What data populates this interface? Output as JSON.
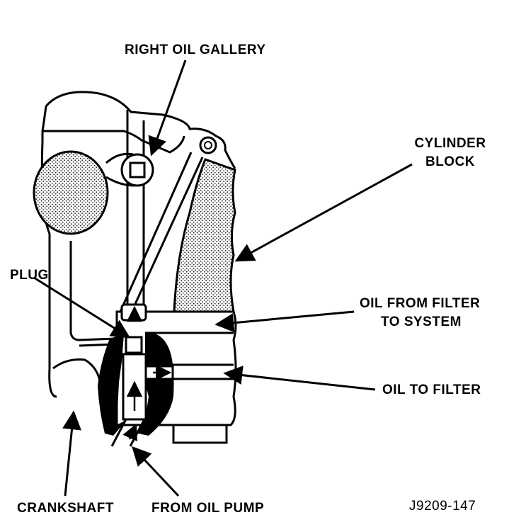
{
  "labels": {
    "right_oil_gallery": "RIGHT OIL GALLERY",
    "cylinder_block_line1": "CYLINDER",
    "cylinder_block_line2": "BLOCK",
    "plug": "PLUG",
    "oil_from_filter_line1": "OIL FROM FILTER",
    "oil_from_filter_line2": "TO SYSTEM",
    "oil_to_filter": "OIL TO FILTER",
    "crankshaft": "CRANKSHAFT",
    "from_oil_pump": "FROM OIL PUMP",
    "figure_id": "J9209-147"
  }
}
